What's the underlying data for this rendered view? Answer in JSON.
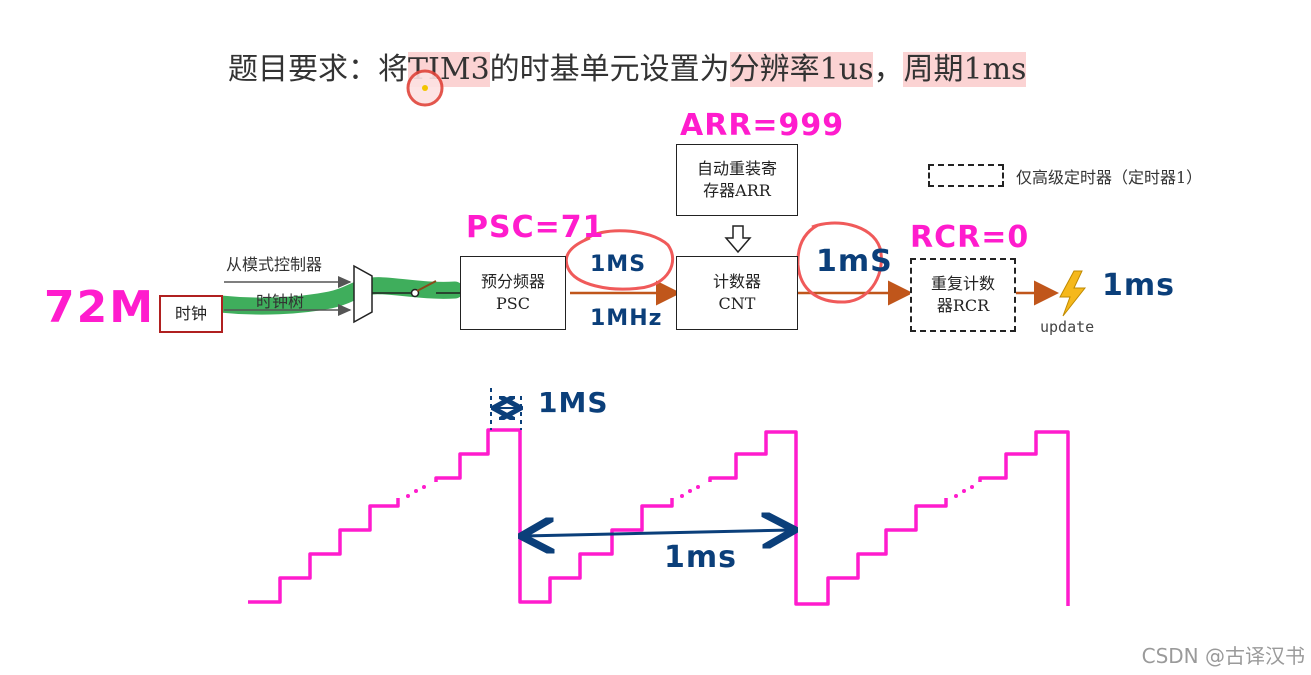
{
  "title": {
    "prefix": "题目要求：将",
    "tim": "TIM3",
    "mid": "的时基单元设置为",
    "resolution": "分辨率1us",
    "comma": "，",
    "period": "周期1ms"
  },
  "legend": {
    "text": "仅高级定时器（定时器1）"
  },
  "blocks": {
    "clock": "时钟",
    "prescaler": [
      "预分频器",
      "PSC"
    ],
    "arr": [
      "自动重装寄",
      "存器ARR"
    ],
    "counter": [
      "计数器",
      "CNT"
    ],
    "rcr": [
      "重复计数",
      "器RCR"
    ]
  },
  "labels": {
    "slave_mode": "从模式控制器",
    "clock_tree": "时钟树",
    "update": "update"
  },
  "annotations": {
    "input_freq": "72M",
    "psc_value": "PSC=71",
    "arr_value": "ARR=999",
    "rcr_value": "RCR=0",
    "tick_period": "1MS",
    "tick_freq": "1MHz",
    "cnt_out": "1mS",
    "update_period": "1ms",
    "step_width": "1MS",
    "sawtooth_period": "1ms"
  },
  "watermark": "CSDN @古译汉书",
  "colors": {
    "pink": "#ff1ccd",
    "blue": "#0b3f7a",
    "red_circle": "#f05a5a",
    "arrow": "#c0561b",
    "green": "#2aa54a",
    "bolt": "#f5b81c"
  }
}
